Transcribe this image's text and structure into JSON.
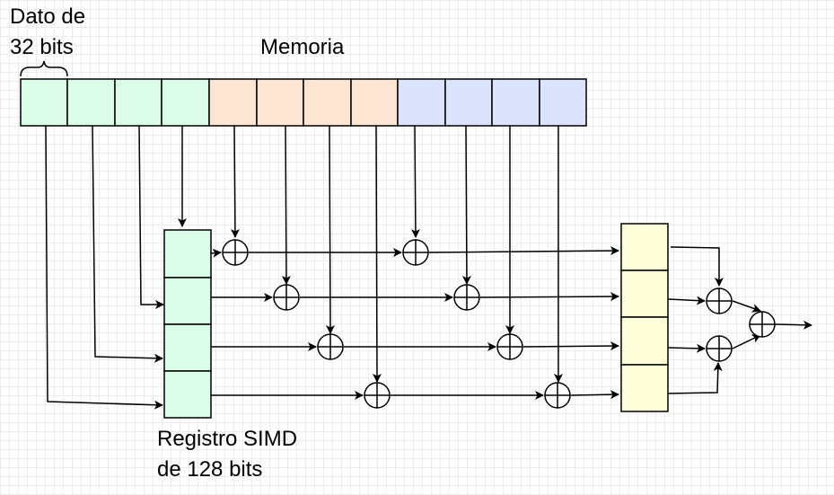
{
  "labels": {
    "dato_line1": "Dato de",
    "dato_line2": "32 bits",
    "memoria": "Memoria",
    "registro_line1": "Registro SIMD",
    "registro_line2": "de 128 bits"
  },
  "colors": {
    "green": "#dafce9",
    "orange": "#fde5d4",
    "blue": "#dbe3fd",
    "yellow": "#fefed8",
    "stroke": "#000000"
  },
  "icons": {
    "adder": "circled-plus",
    "arrow": "filled-arrowhead"
  }
}
